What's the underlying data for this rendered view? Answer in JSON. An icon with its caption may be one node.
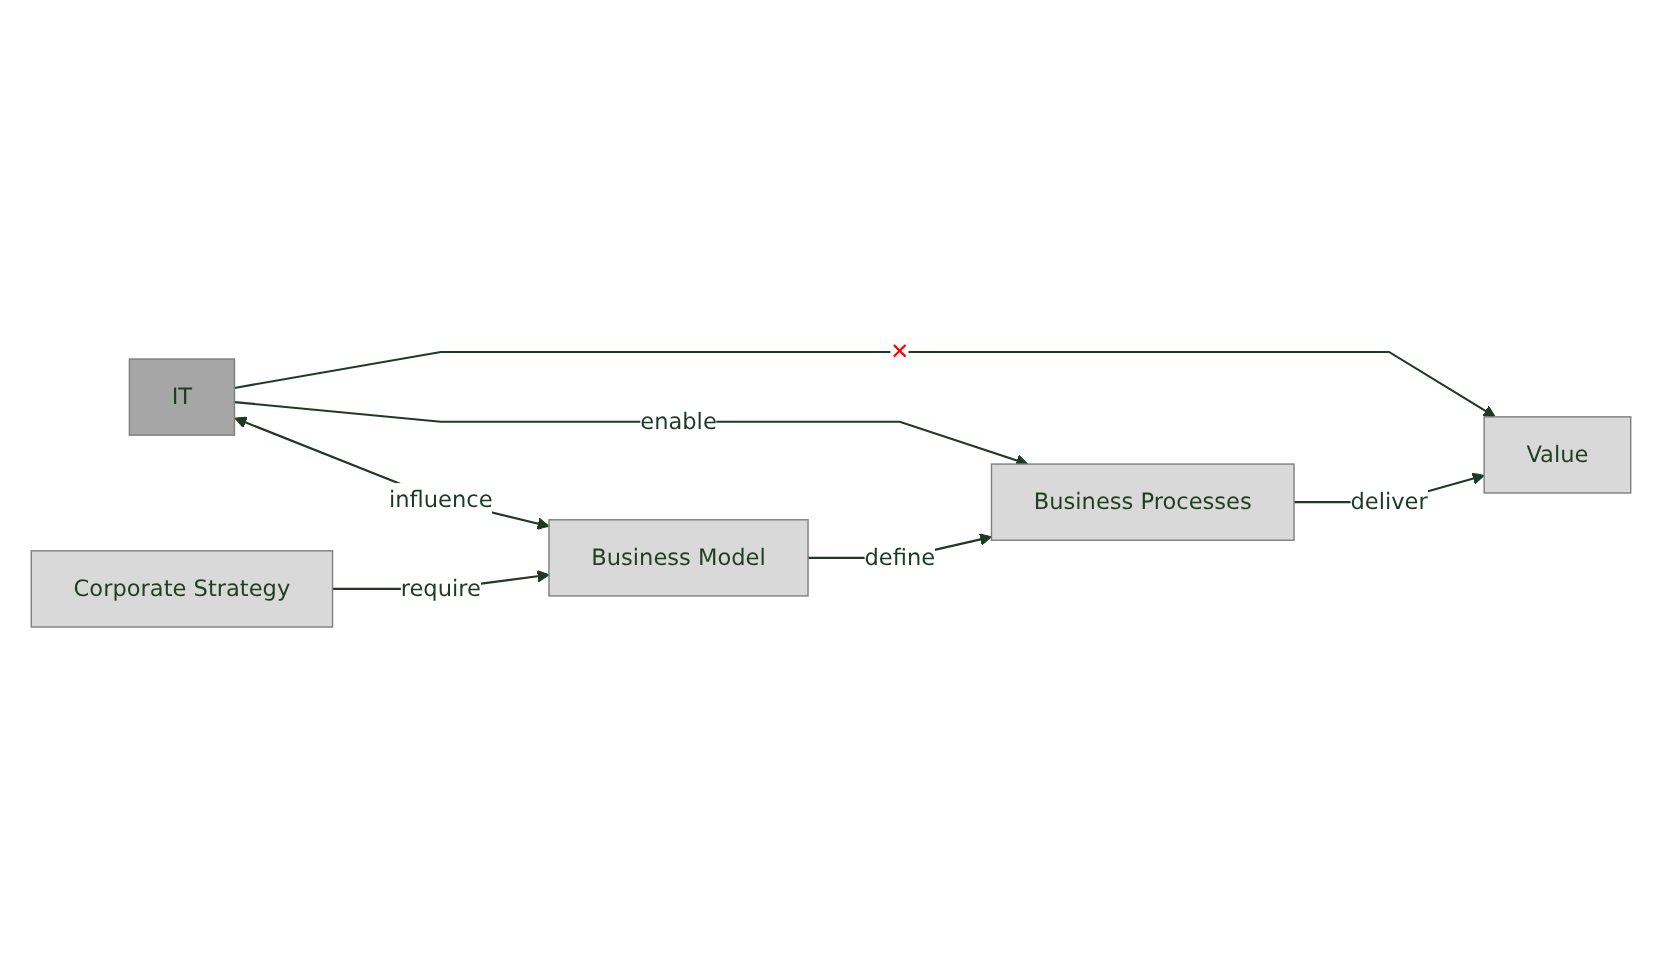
{
  "diagram": {
    "nodes": [
      {
        "text": [
          "IT"
        ]
      },
      {
        "text": [
          "Value"
        ]
      },
      {
        "text": [
          "Business Model"
        ]
      },
      {
        "text": [
          "Business Processes"
        ]
      },
      {
        "text": [
          "Corporate Strategy"
        ]
      }
    ],
    "edges": [
      {
        "from": 0,
        "to": 1,
        "arrow": "to",
        "label": "✕"
      },
      {
        "from": 0,
        "to": 3,
        "arrow": "to",
        "label": "enable"
      },
      {
        "from": 0,
        "to": 2,
        "arrow": "both",
        "label": "influence"
      },
      {
        "from": 2,
        "to": 3,
        "arrow": "to",
        "label": "define"
      },
      {
        "from": 3,
        "to": 1,
        "arrow": "to",
        "label": "deliver"
      },
      {
        "from": 4,
        "to": 2,
        "arrow": "to",
        "label": "require"
      }
    ]
  }
}
